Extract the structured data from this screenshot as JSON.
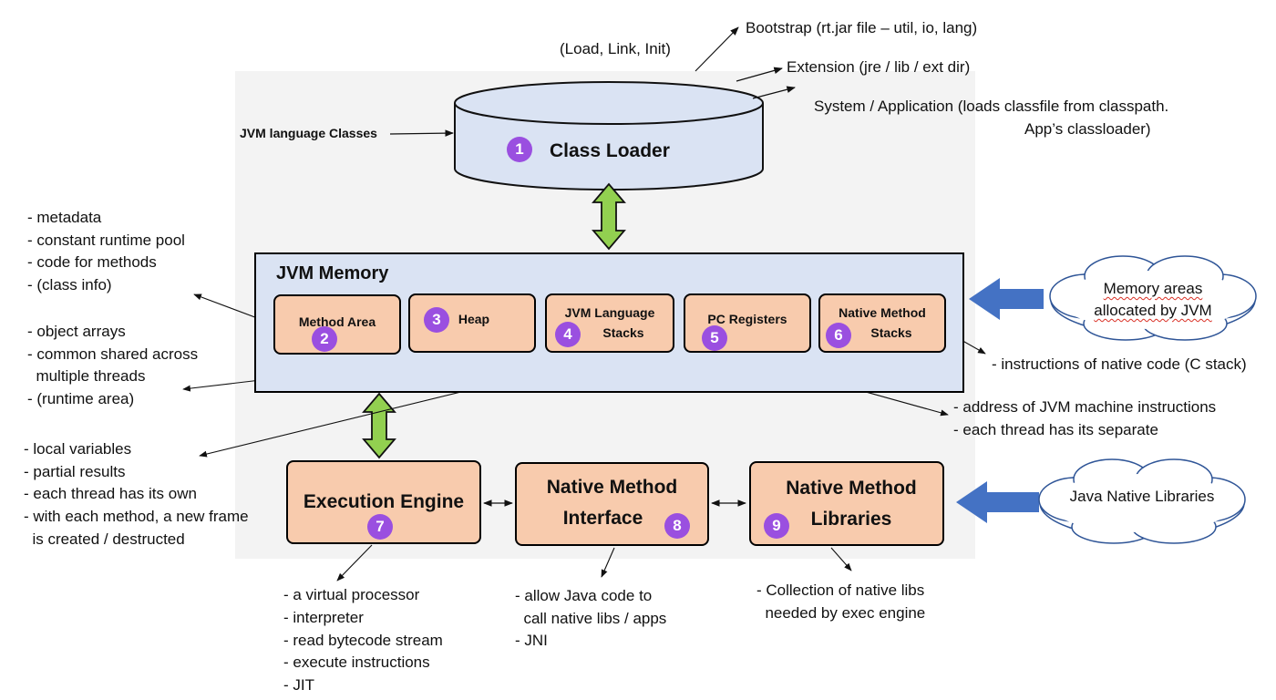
{
  "class_loader": {
    "title": "Class Loader",
    "badge": "1",
    "input_label": "JVM language Classes",
    "phases": "(Load, Link, Init)",
    "bootstrap": "Bootstrap (rt.jar file – util, io, lang)",
    "extension": "Extension (jre / lib / ext dir)",
    "system_line1": "System / Application (loads classfile from classpath.",
    "system_line2": "App’s classloader)"
  },
  "memory": {
    "title": "JVM Memory",
    "method_area": {
      "label": "Method Area",
      "badge": "2"
    },
    "heap": {
      "label": "Heap",
      "badge": "3"
    },
    "stacks": {
      "label_line1": "JVM Language",
      "label_line2": "Stacks",
      "badge": "4"
    },
    "pc_registers": {
      "label": "PC Registers",
      "badge": "5"
    },
    "native_stacks": {
      "label_line1": "Native Method",
      "label_line2": "Stacks",
      "badge": "6"
    },
    "cloud": {
      "line1": "Memory areas",
      "line2": "allocated by JVM"
    }
  },
  "notes": {
    "method_area": [
      "- metadata",
      "- constant runtime pool",
      "- code for methods",
      "- (class info)"
    ],
    "heap": [
      "- object arrays",
      "- common shared across",
      "  multiple threads",
      "- (runtime area)"
    ],
    "stacks": [
      "- local variables",
      "- partial results",
      "- each thread has its own",
      "- with each method, a new frame",
      "  is created / destructed"
    ],
    "native_stacks": "- instructions of native code (C stack)",
    "pc_registers": [
      "- address of JVM machine instructions",
      "- each thread has its separate"
    ],
    "execution_engine": [
      "- a virtual processor",
      "- interpreter",
      "- read bytecode stream",
      "- execute instructions",
      "- JIT"
    ],
    "native_interface": [
      "- allow Java code to",
      "  call native libs / apps",
      "- JNI"
    ],
    "native_libraries": [
      "- Collection of native libs",
      "  needed by exec engine"
    ]
  },
  "engine": {
    "execution_engine": {
      "label": "Execution Engine",
      "badge": "7"
    },
    "native_interface": {
      "label_line1": "Native Method",
      "label_line2": "Interface",
      "badge": "8"
    },
    "native_libraries": {
      "label_line1": "Native Method",
      "label_line2": "Libraries",
      "badge": "9"
    },
    "cloud": "Java Native Libraries"
  },
  "colors": {
    "box_fill": "#f8cbad",
    "memory_fill": "#dae3f3",
    "cylinder_fill": "#dae3f3",
    "double_arrow": "#92d050",
    "block_arrow": "#4472c4",
    "badge": "#9a4fe0"
  }
}
